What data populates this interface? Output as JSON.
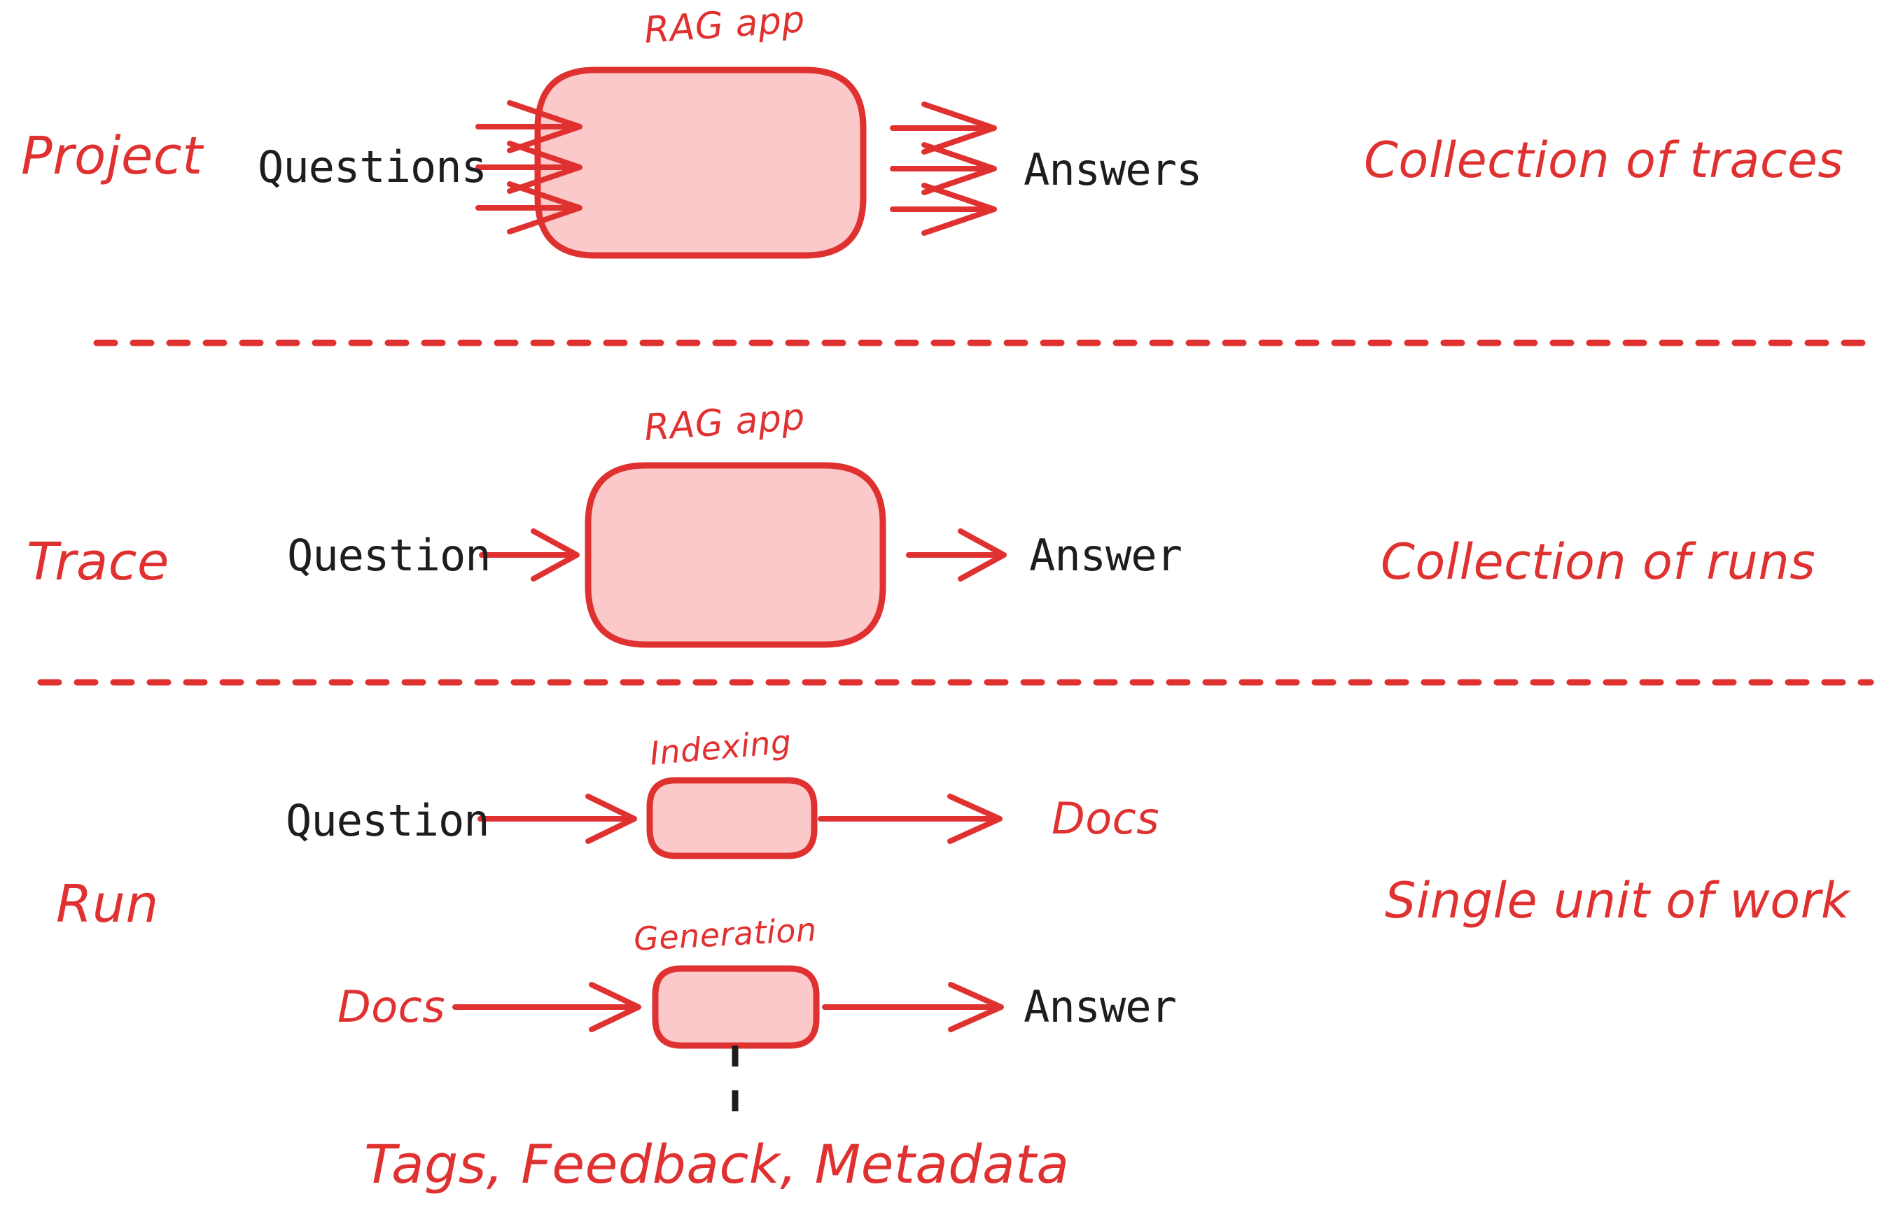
{
  "colors": {
    "accent_red": "#e03131",
    "box_fill": "#fbc9c9",
    "box_stroke": "#e03131",
    "text_black": "#1d1d1d",
    "background": "#ffffff",
    "dashed_black": "#1d1d1d"
  },
  "sections": [
    {
      "id": "project",
      "name": "Project",
      "description": "Collection of traces",
      "box_title": "RAG app",
      "input_label": "Questions",
      "output_label": "Answers",
      "input_arrow_count": 3,
      "output_arrow_count": 3
    },
    {
      "id": "trace",
      "name": "Trace",
      "description": "Collection of runs",
      "box_title": "RAG app",
      "input_label": "Question",
      "output_label": "Answer",
      "input_arrow_count": 1,
      "output_arrow_count": 1
    },
    {
      "id": "run",
      "name": "Run",
      "description": "Single unit of work",
      "steps": [
        {
          "box_title": "Indexing",
          "input_label": "Question",
          "output_label": "Docs",
          "input_style": "mono-black",
          "output_style": "hand-red"
        },
        {
          "box_title": "Generation",
          "input_label": "Docs",
          "output_label": "Answer",
          "input_style": "hand-red",
          "output_style": "mono-black"
        }
      ],
      "annotation": "Tags, Feedback, Metadata"
    }
  ],
  "dividers": [
    {
      "id": "divider-project-trace"
    },
    {
      "id": "divider-trace-run"
    }
  ]
}
